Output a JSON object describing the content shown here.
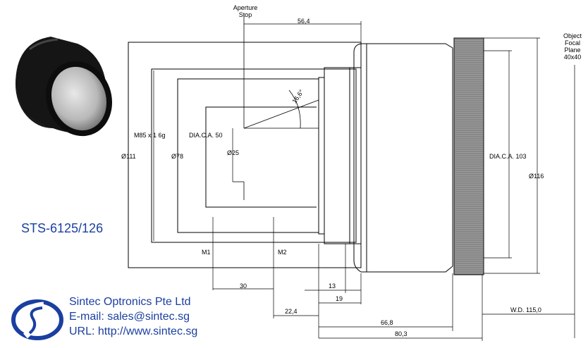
{
  "model": "STS-6125/126",
  "company": {
    "name": "Sintec Optronics Pte Ltd",
    "email_line": "E-mail: sales@sintec.sg",
    "url_line": "URL: http://www.sintec.sg"
  },
  "labels": {
    "aperture_stop": [
      "Aperture",
      "Stop"
    ],
    "object_plane": [
      "Object",
      "Focal",
      "Plane",
      "40x40"
    ],
    "dim_56_4": "56,4",
    "dim_16_6": "16,6°",
    "dia_ca_50": "DIA.C.A. 50",
    "m85": "M85 x 1  6g",
    "d111": "Ø111",
    "d78": "Ø78",
    "d25": "Ø25",
    "dia_ca_103": "DIA.C.A. 103",
    "d116": "Ø116",
    "m1": "M1",
    "m2": "M2",
    "dim_30": "30",
    "dim_13": "13",
    "dim_19": "19",
    "dim_22_4": "22,4",
    "dim_66_8": "66,8",
    "dim_80_3": "80,3",
    "wd": "W.D. 115,0"
  },
  "icons": {
    "logo": "sintec-logo-icon",
    "photo": "lens-photo-icon"
  },
  "colors": {
    "brand": "#1a3fa0",
    "line": "#000000"
  }
}
